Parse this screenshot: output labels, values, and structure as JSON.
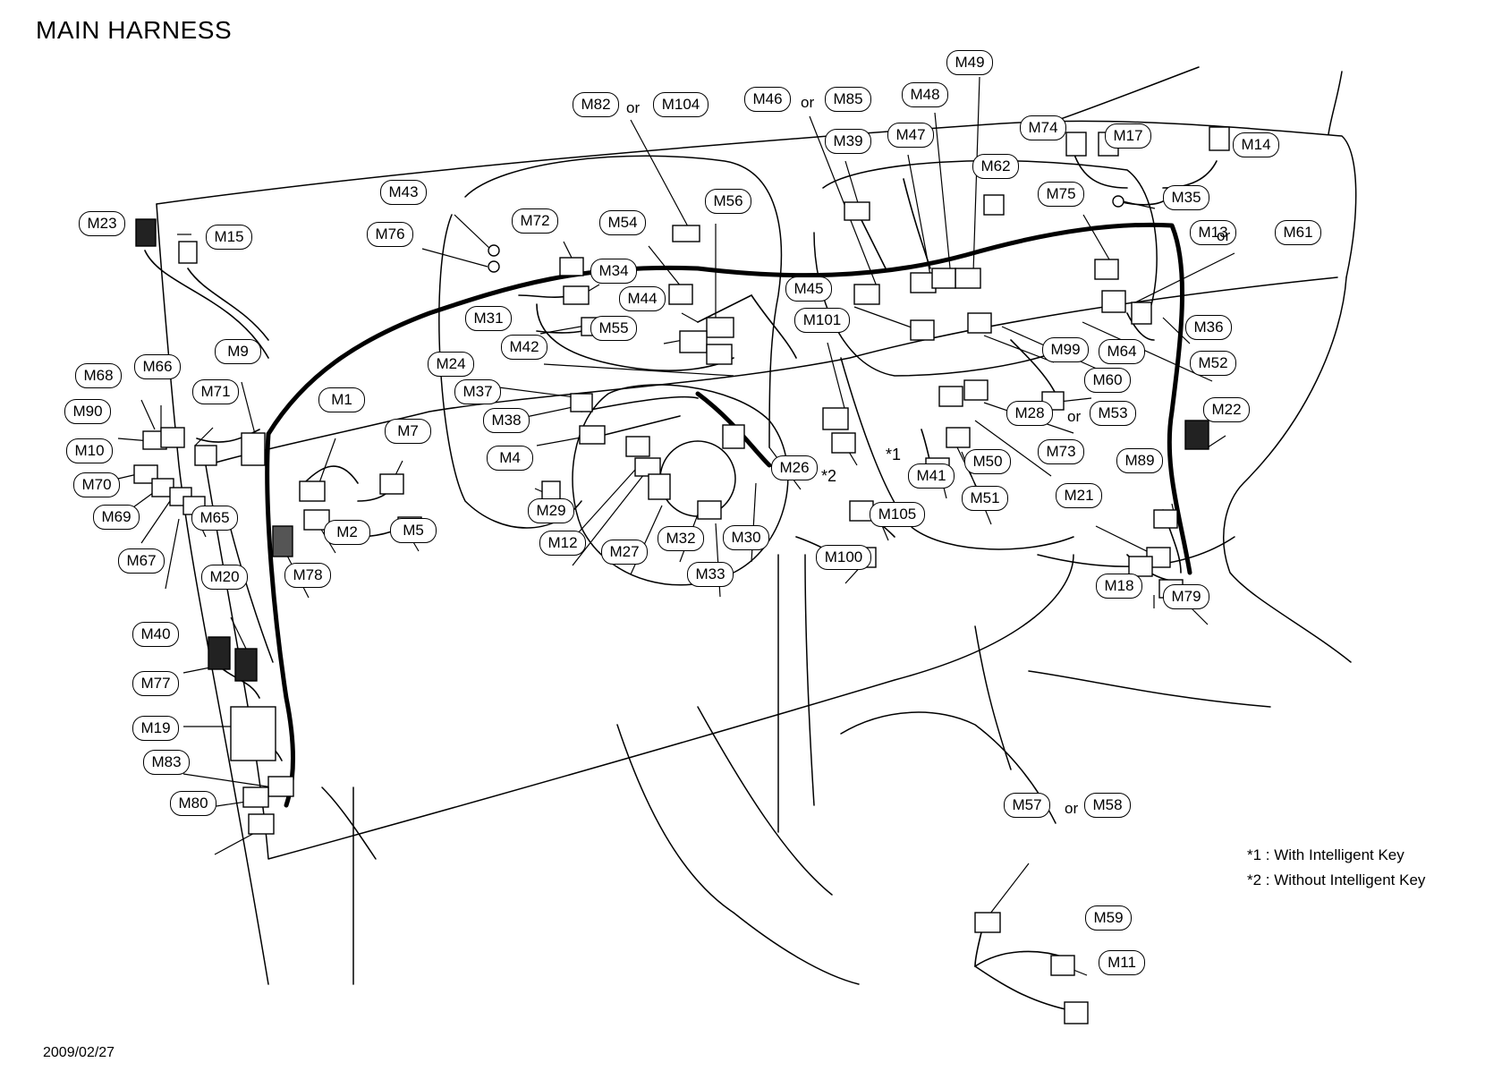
{
  "title": "MAIN HARNESS",
  "footer_date": "2009/02/27",
  "legend": [
    {
      "mark": "*1",
      "text": " : With Intelligent Key"
    },
    {
      "mark": "*2",
      "text": " : Without Intelligent Key"
    }
  ],
  "connectors": [
    "M23",
    "M15",
    "M43",
    "M76",
    "M72",
    "M54",
    "M56",
    "M82",
    "M104",
    "M46",
    "M85",
    "M48",
    "M49",
    "M39",
    "M47",
    "M62",
    "M74",
    "M17",
    "M14",
    "M75",
    "M35",
    "M13",
    "M61",
    "M34",
    "M44",
    "M31",
    "M55",
    "M42",
    "M45",
    "M101",
    "M36",
    "M99",
    "M64",
    "M52",
    "M60",
    "M24",
    "M37",
    "M38",
    "M4",
    "M68",
    "M66",
    "M9",
    "M90",
    "M71",
    "M10",
    "M70",
    "M69",
    "M65",
    "M67",
    "M1",
    "M7",
    "M2",
    "M5",
    "M78",
    "M29",
    "M12",
    "M27",
    "M32",
    "M30",
    "M33",
    "M26",
    "M41",
    "M50",
    "M73",
    "M28",
    "M53",
    "M51",
    "M105",
    "M100",
    "M22",
    "M89",
    "M21",
    "M18",
    "M79",
    "M20",
    "M40",
    "M77",
    "M19",
    "M83",
    "M80",
    "M57",
    "M58",
    "M59",
    "M11"
  ],
  "or_word": "or",
  "star1": "*1",
  "star2": "*2"
}
